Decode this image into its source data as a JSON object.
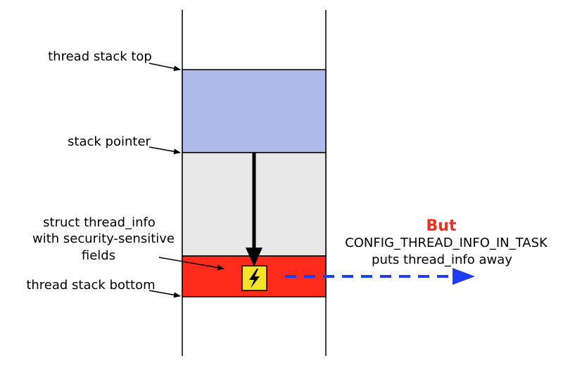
{
  "labels": {
    "stack_top": "thread stack top",
    "stack_pointer": "stack pointer",
    "thread_info_line1": "struct thread_info",
    "thread_info_line2": "with security-sensitive",
    "thread_info_line3": "fields",
    "stack_bottom": "thread stack bottom"
  },
  "callout": {
    "headline": "But",
    "line1": "CONFIG_THREAD_INFO_IN_TASK",
    "line2": "puts thread_info away"
  },
  "icons": {
    "hazard": "lightning-bolt-hazard-icon"
  },
  "colors": {
    "used_stack": "#aebbea",
    "free_stack": "#e8e8e8",
    "thread_info": "#ff2b1c",
    "hazard_bg": "#f4e326",
    "callout_headline": "#e8311e",
    "move_arrow": "#1f3df2"
  }
}
